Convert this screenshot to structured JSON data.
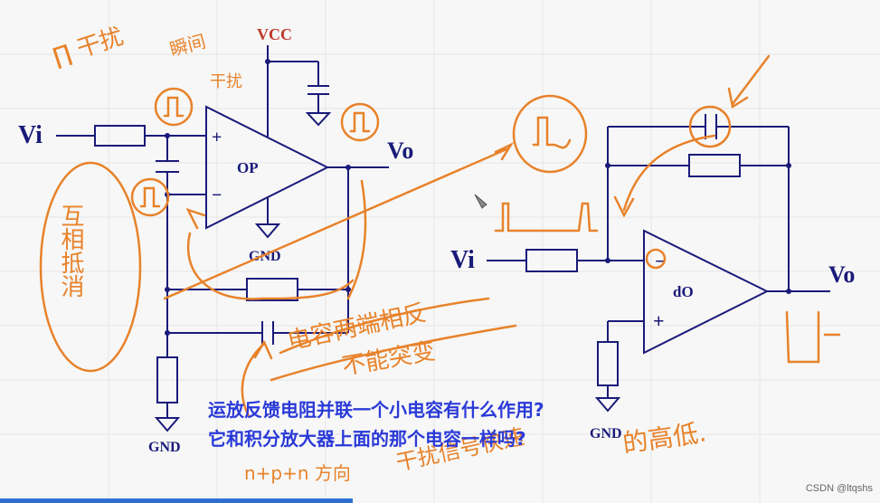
{
  "labels": {
    "vcc": "VCC",
    "vi_left": "Vi",
    "vo_left": "Vo",
    "op": "OP",
    "gnd_op": "GND",
    "gnd_bottom": "GND",
    "vi_right": "Vi",
    "vo_right": "Vo",
    "op_right": "dO",
    "gnd_right": "GND",
    "plus": "+",
    "minus": "−",
    "plus2": "+",
    "minus2": "−"
  },
  "question": {
    "line1": "运放反馈电阻并联一个小电容有什么作用?",
    "line2": "它和积分放大器上面的那个电容一样吗?"
  },
  "annotations": {
    "top_left_1": "∏ 干扰",
    "top_left_2": "瞬间",
    "top_left_3": "干扰",
    "left_vertical": "互相抵消",
    "mid_1": "电容两端相反",
    "mid_2": "不能突变",
    "bottom_1": "n+p+n 方向",
    "bottom_2": "干扰信号快速",
    "bottom_3": "的高低."
  },
  "watermark": "CSDN @ltqshs",
  "colors": {
    "circuit": "#1a1a7a",
    "annotation": "#e8822a",
    "question": "#2a3ad8",
    "vcc": "#c0392b"
  }
}
